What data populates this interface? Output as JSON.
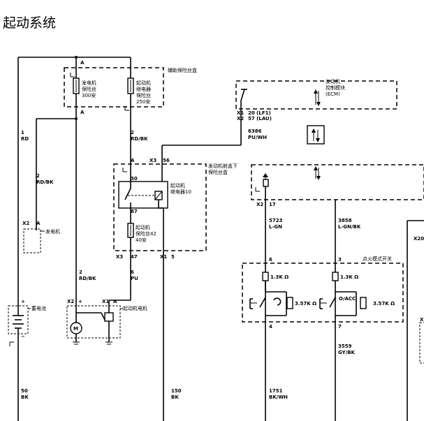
{
  "title": "起动系统",
  "components": {
    "aux_fuse_box": "辅助保险丝盒",
    "gen_fuse": [
      "发电机",
      "保险丝",
      "300安"
    ],
    "starter_relay_fuse": [
      "起动机",
      "继电器",
      "保险丝",
      "250安"
    ],
    "underhood_fuse_box": [
      "发动机舱盖下",
      "保险丝盒"
    ],
    "starter_relay": [
      "起动机",
      "继电器10"
    ],
    "starter_fuse": [
      "起动机",
      "保险丝42",
      "40安"
    ],
    "ecm": [
      "发动机",
      "控制模块",
      "(ECM)"
    ],
    "generator": "发电机",
    "battery": "蓄电池",
    "starter_motor": "起动机电机",
    "ignition_switch": "点火模式开关",
    "motor_symbol": "M"
  },
  "pins": {
    "aux_a_top": "A",
    "aux_a_bottom": "A",
    "gen_x2": "X2",
    "gen_a": "A",
    "relay_fuse_a": "A",
    "underhood_x3_top": "X3",
    "underhood_56": "56",
    "relay_30": "30",
    "relay_87": "87",
    "underhood_x3_bottom": "X3",
    "underhood_47": "47",
    "underhood_x1": "X1",
    "underhood_5": "5",
    "ecm_x1": "X1",
    "ecm_x2": "X2",
    "ecm_20": "20 (LF1)",
    "ecm_57": "57 (LAU)",
    "ecm2_x2": "X2",
    "ecm2_17": "17",
    "motor_x2": "X2",
    "motor_x1": "X1",
    "motor_a": "A",
    "motor_plus": "+",
    "batt_plus": "+",
    "batt_minus": "−",
    "sw_6": "6",
    "sw_3": "3",
    "sw_4": "4",
    "sw_7": "7",
    "x20": "X20",
    "x_right": "X"
  },
  "wires": {
    "w1": [
      "1",
      "RD"
    ],
    "w2_gen": [
      "2",
      "RD/BK"
    ],
    "w2_relay": [
      "2",
      "RD/BK"
    ],
    "w2_motor": [
      "2",
      "RD/BK"
    ],
    "w6": [
      "6",
      "PU"
    ],
    "w6386": [
      "6386",
      "PU/WH"
    ],
    "w5723": [
      "5723",
      "L-GN"
    ],
    "w3858": [
      "3858",
      "L-GN/BK"
    ],
    "w3559": [
      "3559",
      "GY/BK"
    ],
    "w50": [
      "50",
      "BK"
    ],
    "w150": [
      "150",
      "BK"
    ],
    "w1751": [
      "1751",
      "BK/WH"
    ]
  },
  "resistors": {
    "r1": "1.3K Ω",
    "r2": "3.57K Ω",
    "r3": "1.3K Ω",
    "r4": "3.57K Ω"
  },
  "switch_labels": {
    "ac": "O/ACC"
  }
}
